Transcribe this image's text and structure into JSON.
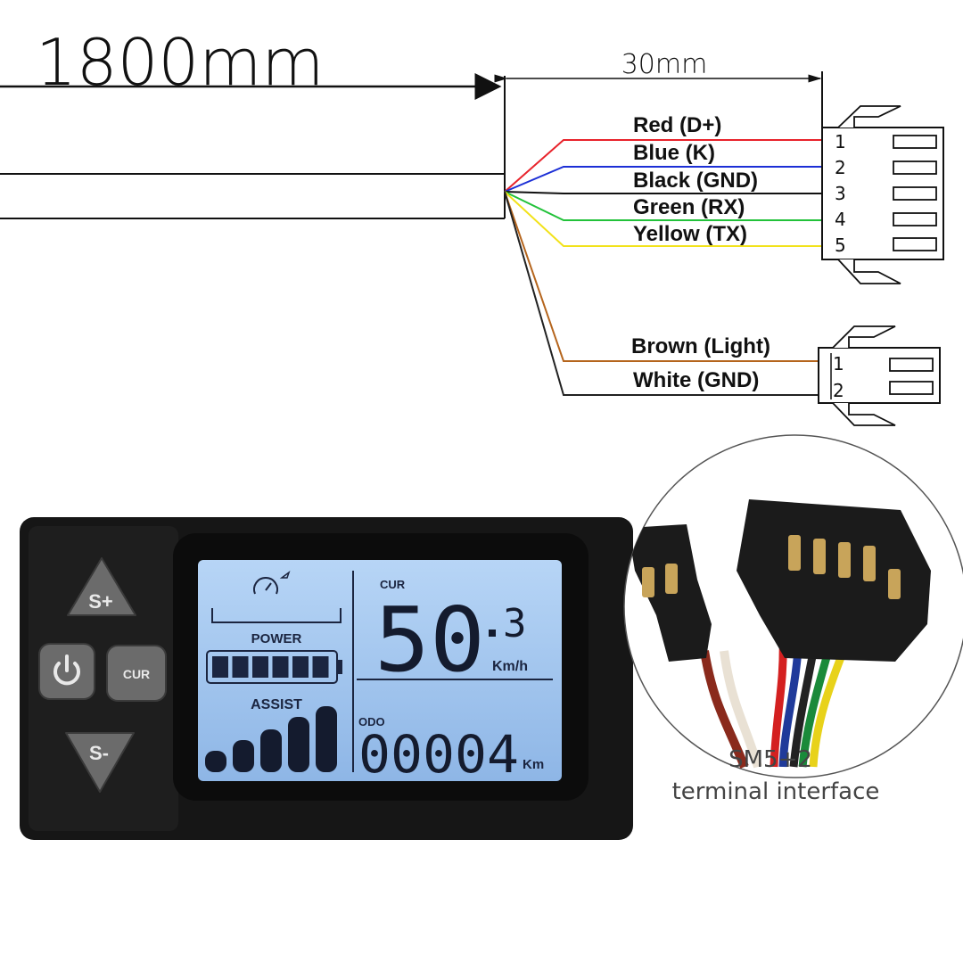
{
  "dimensions": {
    "cable_length": "1800mm",
    "lead_length": "30mm"
  },
  "connector_5pin": {
    "wires": [
      {
        "label": "Red (D+)",
        "pin": "1",
        "color": "#e8232b"
      },
      {
        "label": "Blue (K)",
        "pin": "2",
        "color": "#1c2fd6"
      },
      {
        "label": "Black (GND)",
        "pin": "3",
        "color": "#111111"
      },
      {
        "label": "Green (RX)",
        "pin": "4",
        "color": "#22c23a"
      },
      {
        "label": "Yellow (TX)",
        "pin": "5",
        "color": "#f2e21a"
      }
    ]
  },
  "connector_2pin": {
    "wires": [
      {
        "label": "Brown (Light)",
        "pin": "1",
        "color": "#b5651d"
      },
      {
        "label": "White (GND)",
        "pin": "2",
        "color": "#222222"
      }
    ]
  },
  "display": {
    "buttons": {
      "plus": "S+",
      "power_icon": "power-icon",
      "cur": "CUR",
      "minus": "S-"
    },
    "lcd": {
      "power_label": "POWER",
      "assist_label": "ASSIST",
      "cur_label": "CUR",
      "speed_main": "50",
      "speed_decimal": "3",
      "speed_unit": "Km/h",
      "odo_label": "ODO",
      "odo_value": "00004",
      "odo_unit": "Km",
      "battery_level_bars": 6,
      "assist_level_bars": 5,
      "backlight_color": "#9fc3ee"
    }
  },
  "inset": {
    "caption_line1": "SM5+2",
    "caption_line2": "terminal interface"
  }
}
